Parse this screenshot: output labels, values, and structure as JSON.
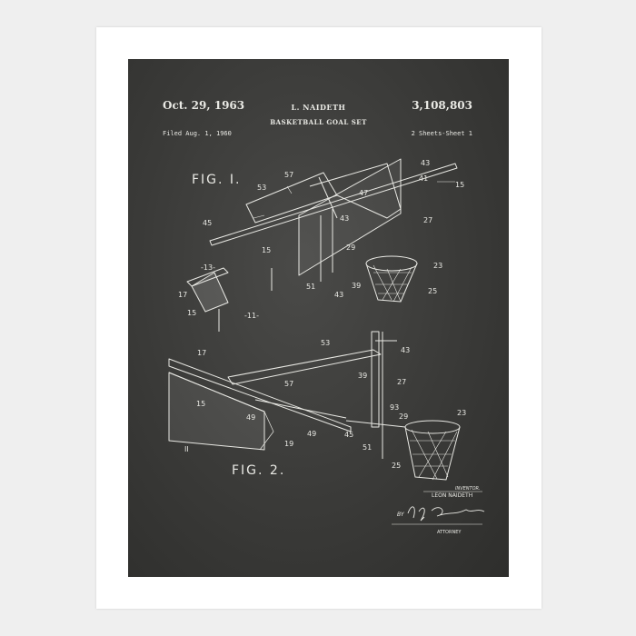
{
  "patent": {
    "date": "Oct. 29, 1963",
    "inventor_header": "L. NAIDETH",
    "title": "BASKETBALL GOAL SET",
    "number": "3,108,803",
    "filed": "Filed Aug. 1, 1960",
    "sheets": "2 Sheets-Sheet 1"
  },
  "figures": {
    "fig1_label": "FIG. I.",
    "fig2_label": "FIG. 2."
  },
  "fig1_refs": [
    "57",
    "53",
    "47",
    "43",
    "41",
    "15",
    "45",
    "43",
    "27",
    "29",
    "23",
    "15",
    "-13-",
    "17",
    "39",
    "51",
    "43",
    "25",
    "15",
    "-11-"
  ],
  "fig2_refs": [
    "53",
    "43",
    "17",
    "39",
    "27",
    "57",
    "15",
    "49",
    "49",
    "45",
    "93",
    "29",
    "23",
    "19",
    "51",
    "II",
    "25"
  ],
  "signature": {
    "inventor_label": "INVENTOR.",
    "inventor_name": "LEON NAIDETH",
    "by": "BY",
    "attorney_label": "ATTORNEY"
  },
  "colors": {
    "chalkboard": "#3a3a38",
    "chalk": "#e9e9e4",
    "mat": "#ffffff",
    "wall": "#efefef"
  }
}
